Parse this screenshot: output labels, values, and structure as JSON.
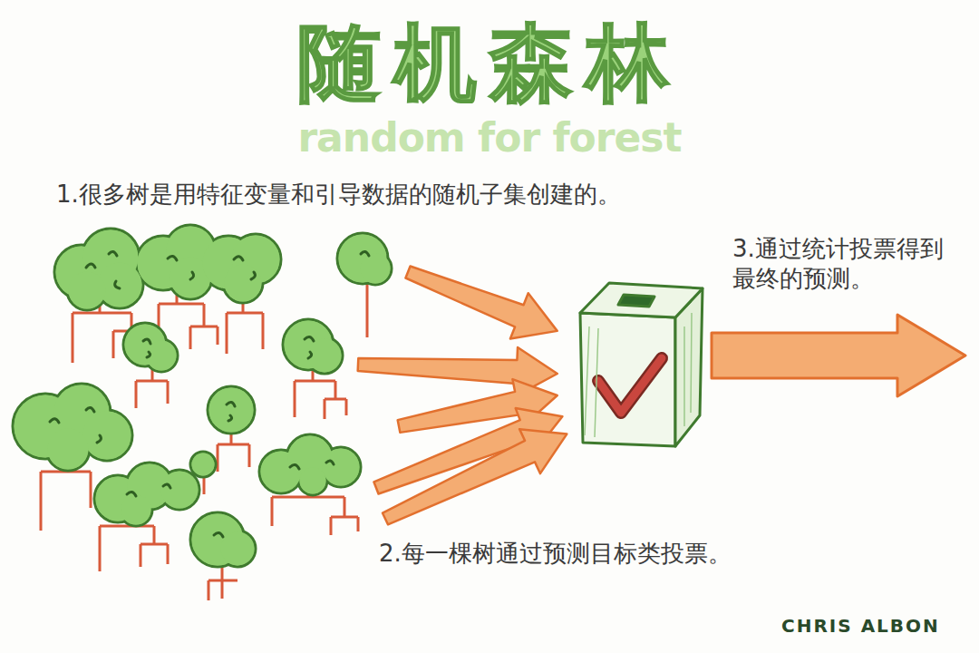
{
  "diagram": {
    "title": "随机森林",
    "labels": [
      "random for forest",
      "1.很多树是用特征变量和引导数据的随机子集创建的。",
      "3.通过统计投票得到最终的预测。",
      "2.每一棵树通过预测目标类投票。",
      "CHRIS ALBON"
    ]
  }
}
